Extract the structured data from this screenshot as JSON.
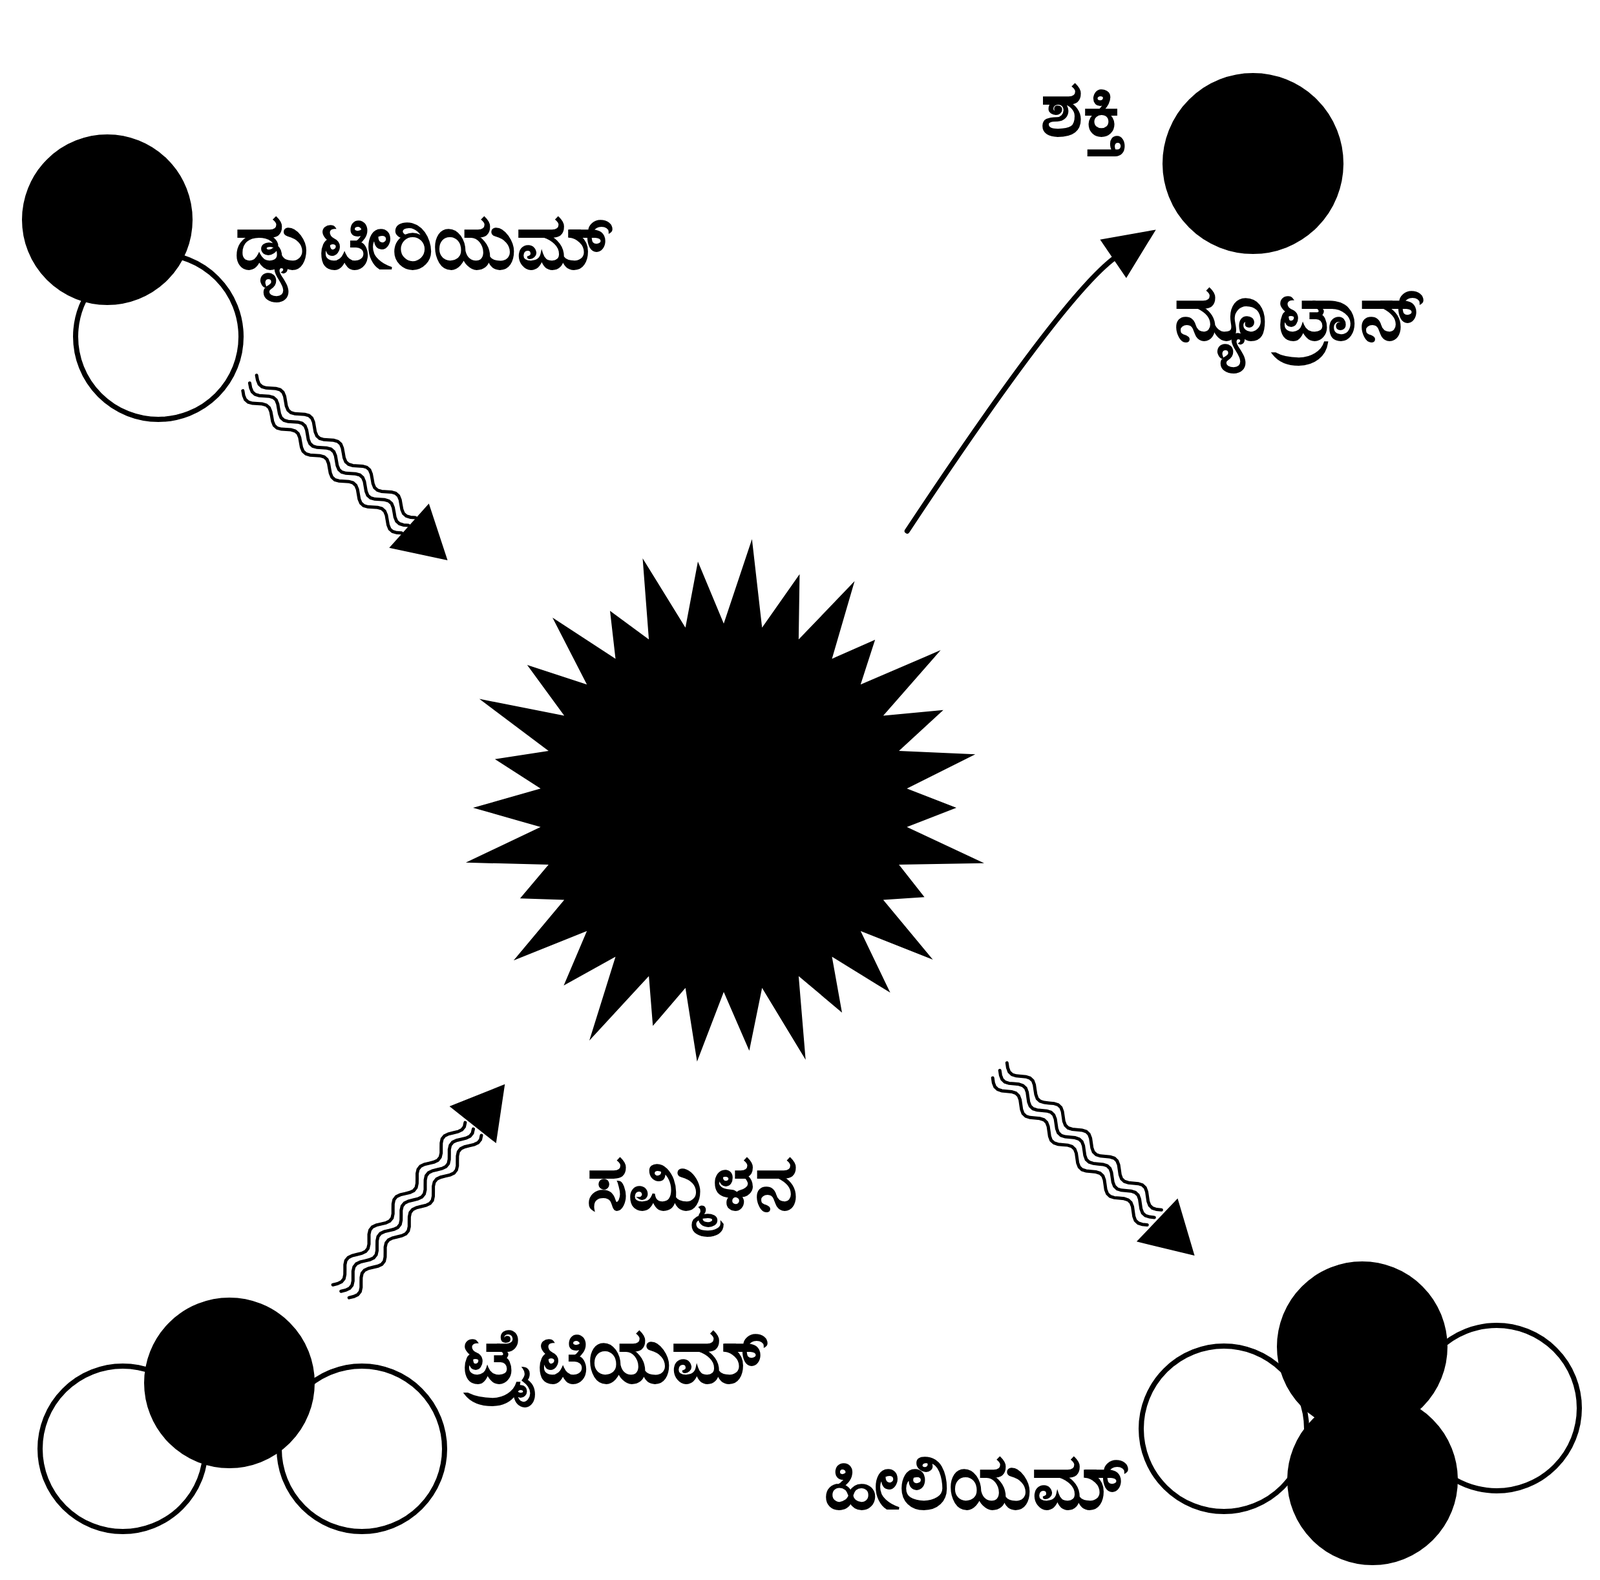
{
  "diagram": {
    "nodes": [
      {
        "text": [
          "ಡ್ಯುಟೀರಿಯಮ್"
        ]
      },
      {
        "text": [
          "ನ್ಯೂಟ್ರಾನ್"
        ]
      },
      {
        "text": [
          "ಸಮ್ಮಿಳನ"
        ]
      },
      {
        "text": [
          "ಟ್ರೈಟಿಯಮ್"
        ]
      },
      {
        "text": [
          "ಹೀಲಿಯಮ್"
        ]
      }
    ],
    "edges": [
      {
        "from": 0,
        "to": 2,
        "arrow": "to"
      },
      {
        "from": 3,
        "to": 2,
        "arrow": "to"
      },
      {
        "from": 2,
        "to": 1,
        "arrow": "to"
      },
      {
        "from": 2,
        "to": 4,
        "arrow": "to"
      }
    ],
    "labels": [
      "ಶಕ್ತಿ"
    ]
  }
}
